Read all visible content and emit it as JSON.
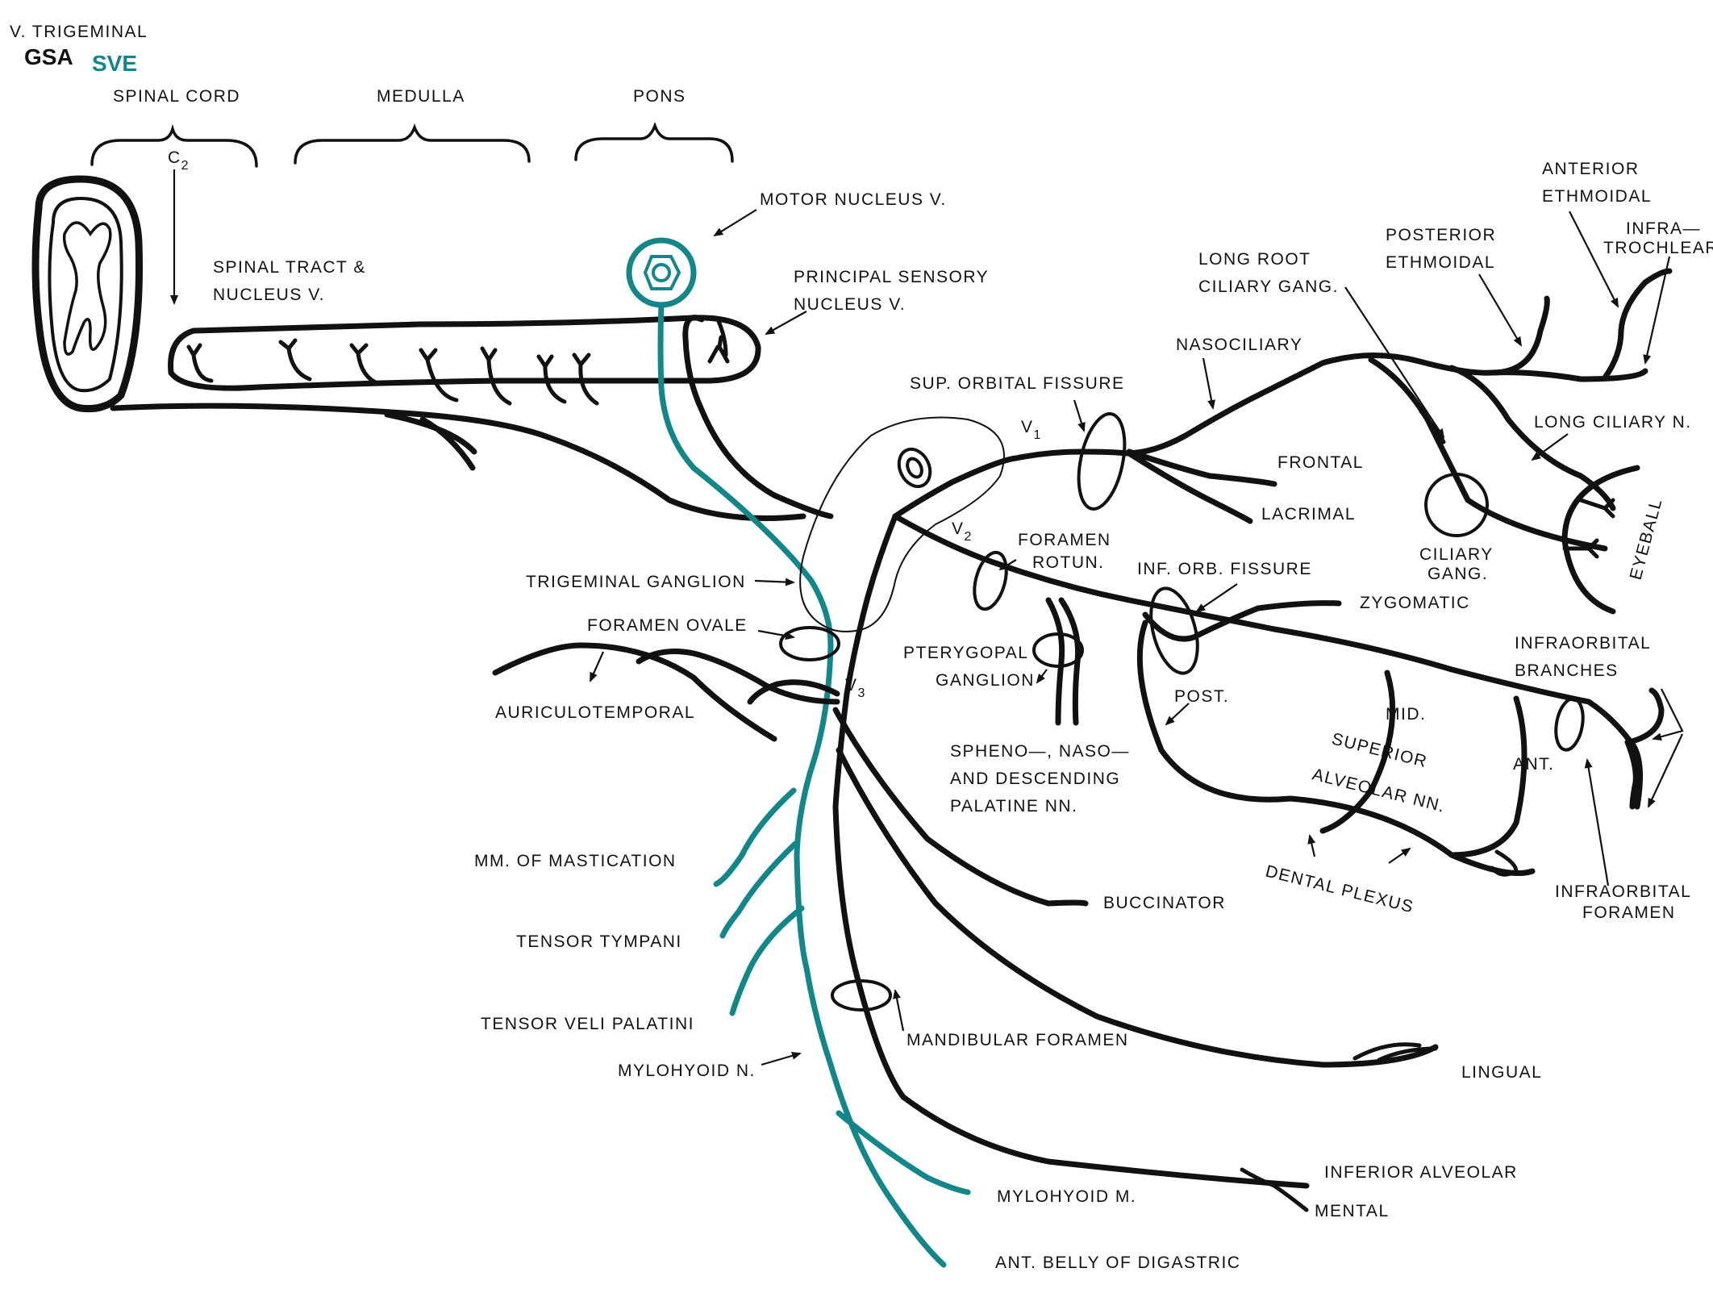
{
  "title": "V. TRIGEMINAL",
  "legend": {
    "gsa": "GSA",
    "sve": "SVE",
    "sve_color": "#11878a",
    "gsa_color": "#111111"
  },
  "regions": {
    "spinal_cord": "SPINAL CORD",
    "medulla": "MEDULLA",
    "pons": "PONS"
  },
  "labels": {
    "c": "C",
    "c_sub": "2",
    "spinal_tract_1": "SPINAL TRACT &",
    "spinal_tract_2": "NUCLEUS V.",
    "motor_nucleus": "MOTOR NUCLEUS V.",
    "principal_1": "PRINCIPAL SENSORY",
    "principal_2": "NUCLEUS V.",
    "trigeminal_ganglion": "TRIGEMINAL GANGLION",
    "foramen_ovale": "FORAMEN OVALE",
    "auriculotemporal": "AURICULOTEMPORAL",
    "v1": "V",
    "v1_sub": "1",
    "v2": "V",
    "v2_sub": "2",
    "v3": "V",
    "v3_sub": "3",
    "sup_orbital": "SUP. ORBITAL FISSURE",
    "nasociliary": "NASOCILIARY",
    "long_root_1": "LONG ROOT",
    "long_root_2": "CILIARY GANG.",
    "post_ethmoidal_1": "POSTERIOR",
    "post_ethmoidal_2": "ETHMOIDAL",
    "ant_ethmoidal_1": "ANTERIOR",
    "ant_ethmoidal_2": "ETHMOIDAL",
    "infratrochlear_1": "INFRA—",
    "infratrochlear_2": "TROCHLEAR",
    "long_ciliary": "LONG CILIARY N.",
    "frontal": "FRONTAL",
    "lacrimal": "LACRIMAL",
    "ciliary_gang_1": "CILIARY",
    "ciliary_gang_2": "GANG.",
    "eyeball": "EYEBALL",
    "foramen_rotun_1": "FORAMEN",
    "foramen_rotun_2": "ROTUN.",
    "inf_orb_fissure": "INF. ORB. FISSURE",
    "zygomatic": "ZYGOMATIC",
    "pterygopal_1": "PTERYGOPAL",
    "pterygopal_2": "GANGLION",
    "infraorbital_br_1": "INFRAORBITAL",
    "infraorbital_br_2": "BRANCHES",
    "post": "POST.",
    "mid": "MID.",
    "ant": "ANT.",
    "superior": "SUPERIOR",
    "alveolar_nn": "ALVEOLAR  NN.",
    "spheno_1": "SPHENO—, NASO—",
    "spheno_2": "AND DESCENDING",
    "spheno_3": "PALATINE NN.",
    "dental_plexus": "DENTAL PLEXUS",
    "infraorbital_for_1": "INFRAORBITAL",
    "infraorbital_for_2": "FORAMEN",
    "mm_mastication": "MM. OF MASTICATION",
    "tensor_tympani": "TENSOR TYMPANI",
    "tensor_veli": "TENSOR VELI PALATINI",
    "mylohyoid_n": "MYLOHYOID N.",
    "buccinator": "BUCCINATOR",
    "mandibular_foramen": "MANDIBULAR FORAMEN",
    "lingual": "LINGUAL",
    "inferior_alveolar": "INFERIOR ALVEOLAR",
    "mental": "MENTAL",
    "mylohyoid_m": "MYLOHYOID M.",
    "ant_belly": "ANT. BELLY OF DIGASTRIC"
  }
}
